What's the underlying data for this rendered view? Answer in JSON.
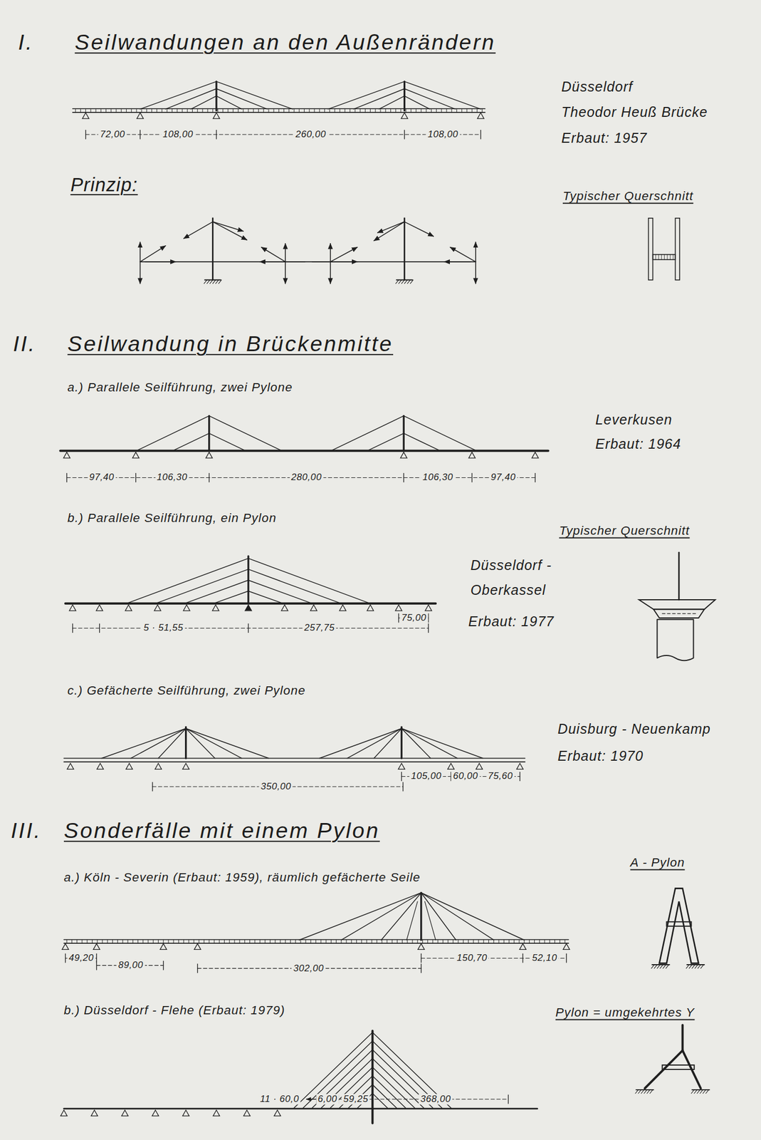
{
  "diagram": {
    "labels": [
      "I.",
      "Seilwandungen an den Außenrändern",
      "Düsseldorf",
      "Theodor Heuß Brücke",
      "Erbaut: 1957",
      "72,00",
      "108,00",
      "260,00",
      "108,00",
      "Prinzip:",
      "Typischer Querschnitt",
      "II.",
      "Seilwandung in Brückenmitte",
      "a.) Parallele Seilführung, zwei Pylone",
      "Leverkusen",
      "Erbaut: 1964",
      "97,40",
      "106,30",
      "280,00",
      "106,30",
      "97,40",
      "b.) Parallele Seilführung, ein Pylon",
      "Typischer Querschnitt",
      "Düsseldorf -",
      "Oberkassel",
      "Erbaut: 1977",
      "5 · 51,55",
      "257,75",
      "75,00",
      "c.) Gefächerte Seilführung, zwei Pylone",
      "Duisburg - Neuenkamp",
      "Erbaut: 1970",
      "350,00",
      "105,00",
      "60,00",
      "75,60",
      "III.",
      "Sonderfälle mit einem Pylon",
      "a.) Köln - Severin (Erbaut: 1959), räumlich gefächerte Seile",
      "A - Pylon",
      "49,20",
      "89,00",
      "302,00",
      "150,70",
      "52,10",
      "b.) Düsseldorf - Flehe (Erbaut: 1979)",
      "Pylon = umgekehrtes Y",
      "11 · 60,0",
      "6,00",
      "59,25",
      "368,00"
    ]
  }
}
